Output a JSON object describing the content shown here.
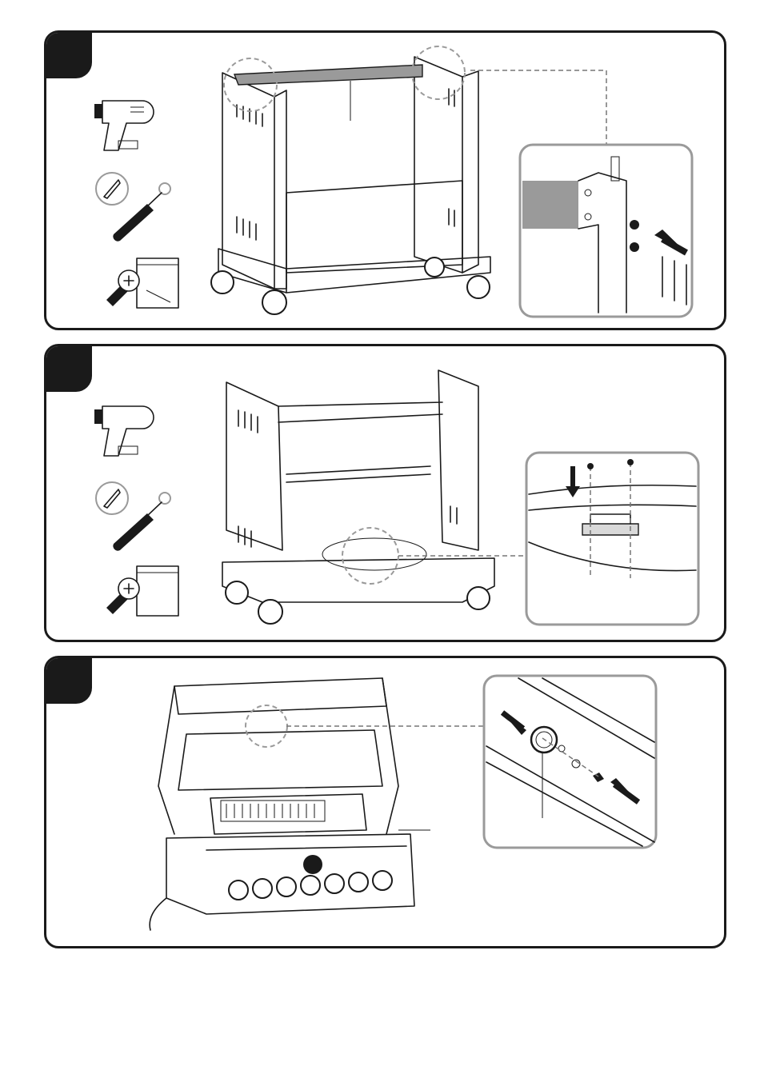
{
  "document": {
    "type": "assembly instructions",
    "steps": [
      {
        "tools": [
          "drill-icon",
          "screwdriver-icon",
          "screw-bag-icon"
        ],
        "illustration": "cart-frame-top-back-panel",
        "detail": "bracket-screws-detail"
      },
      {
        "tools": [
          "drill-icon",
          "screwdriver-icon",
          "screw-bag-icon"
        ],
        "illustration": "cart-frame-bottom-bracket",
        "detail": "bottom-bracket-screws-detail"
      },
      {
        "tools": [],
        "illustration": "grill-head-open-lid",
        "detail": "thermometer-install-detail"
      }
    ]
  },
  "colors": {
    "line": "#1a1a1a",
    "inset_border": "#9a9a9a",
    "dashed": "#777777",
    "panel_fill": "#9a9a9a"
  }
}
